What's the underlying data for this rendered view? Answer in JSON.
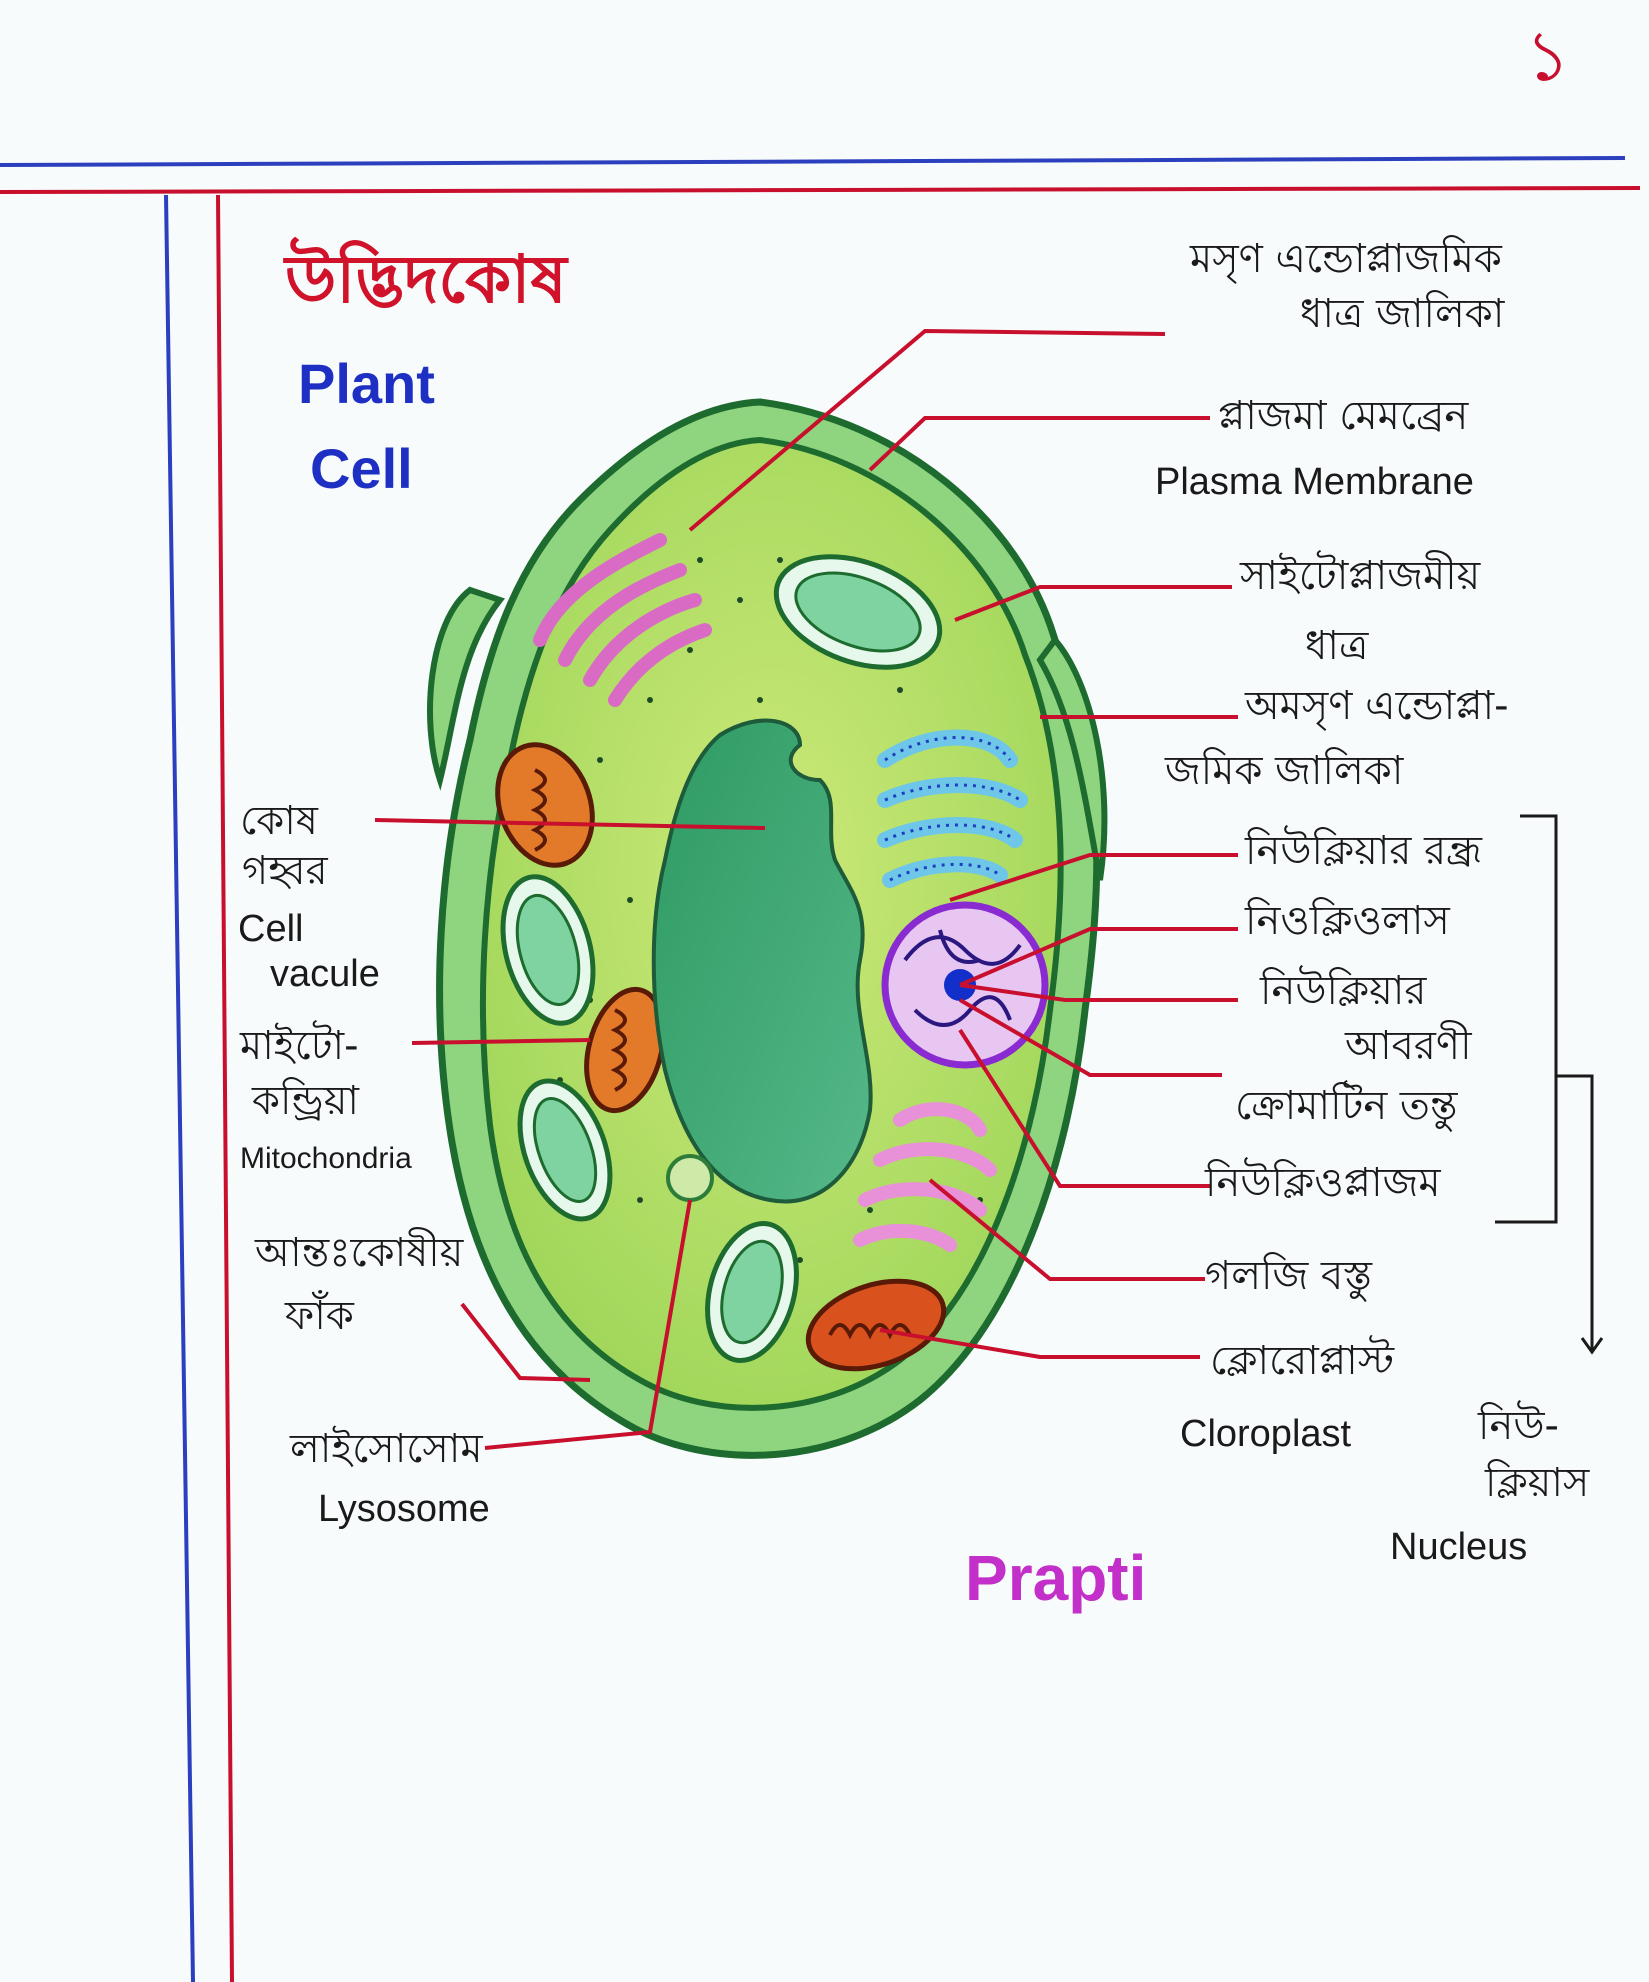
{
  "page_number": "১",
  "title": {
    "bengali": "উদ্ভিদকোষ",
    "english_line1": "Plant",
    "english_line2": "Cell"
  },
  "labels": {
    "smooth_er_bn_1": "মসৃণ এন্ডোপ্লাজমিক",
    "smooth_er_bn_2": "ধাত্র জালিকা",
    "plasma_membrane_bn": "প্লাজমা মেমব্রেন",
    "plasma_membrane_en": "Plasma Membrane",
    "cytoplasm_bn_1": "সাইটোপ্লাজমীয়",
    "cytoplasm_bn_2": "ধাত্র",
    "rough_er_bn_1": "অমসৃণ এন্ডোপ্লা-",
    "rough_er_bn_2": "জমিক জালিকা",
    "nuclear_pore_bn": "নিউক্লিয়ার রন্ধ্র",
    "nucleolus_bn": "নিওক্লিওলাস",
    "nuclear_envelope_bn_1": "নিউক্লিয়ার",
    "nuclear_envelope_bn_2": "আবরণী",
    "chromatin_bn": "ক্রোমাটিন তন্তু",
    "nucleoplasm_bn": "নিউক্লিওপ্লাজম",
    "golgi_bn": "গলজি বস্তু",
    "chloroplast_bn": "ক্লোরোপ্লাস্ট",
    "chloroplast_en": "Cloroplast",
    "nucleus_bn_1": "নিউ-",
    "nucleus_bn_2": "ক্লিয়াস",
    "nucleus_en": "Nucleus",
    "vacuole_bn_1": "কোষ",
    "vacuole_bn_2": "গহ্বর",
    "vacuole_en_1": "Cell",
    "vacuole_en_2": "vacule",
    "mito_bn_1": "মাইটো-",
    "mito_bn_2": "কন্ড্রিয়া",
    "mito_en": "Mitochondria",
    "intercellular_bn_1": "আন্তঃকোষীয়",
    "intercellular_bn_2": "ফাঁক",
    "lysosome_bn": "লাইসোসোম",
    "lysosome_en": "Lysosome"
  },
  "signature": "Prapti",
  "colors": {
    "paper": "#f7fbfb",
    "title_red": "#d0122a",
    "title_blue": "#1e2fc4",
    "margin_red": "#c8102e",
    "margin_blue": "#2b3fbf",
    "cell_wall": "#7fcf7a",
    "cytoplasm": "#b9e36a",
    "nucleus": "#3aa872",
    "signature": "#c22fc9"
  }
}
